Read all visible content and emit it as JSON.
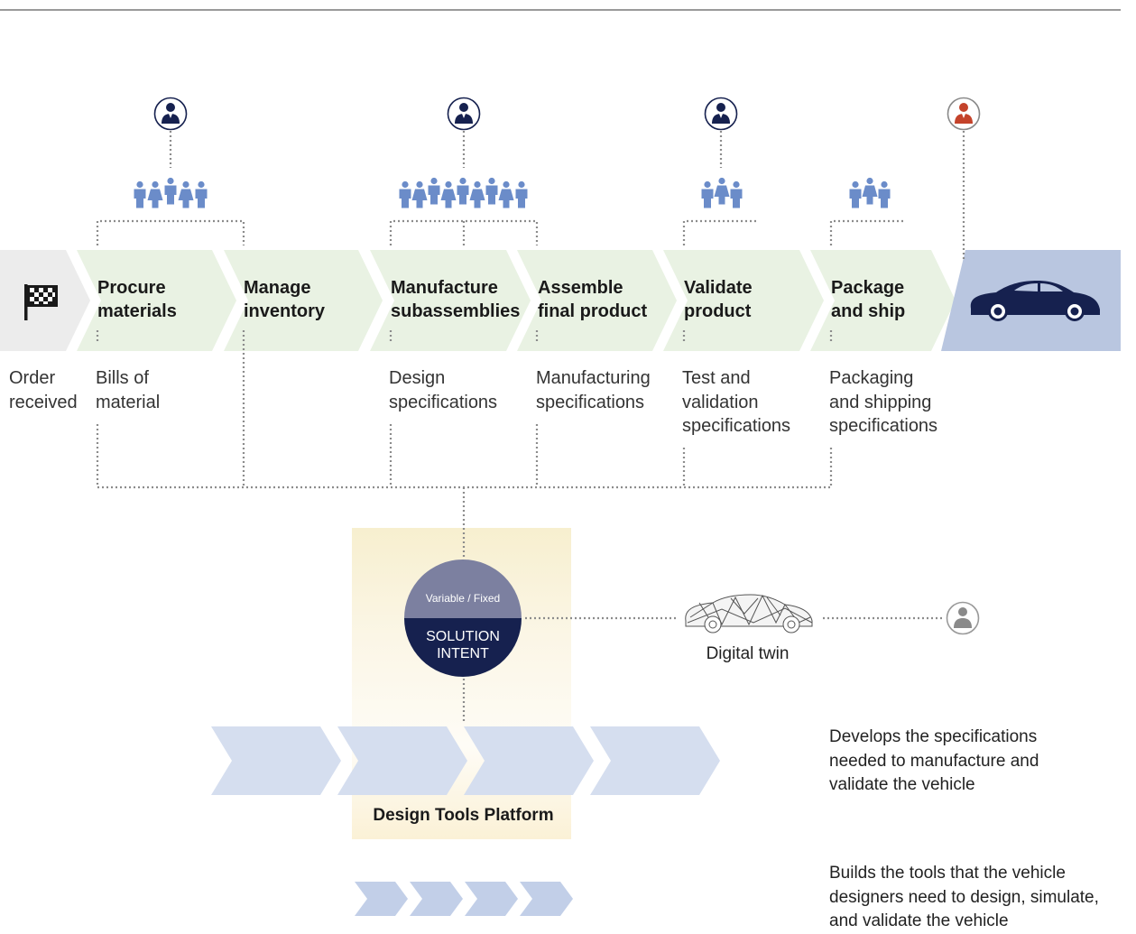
{
  "steps": [
    {
      "label_l1": "Procure",
      "label_l2": "materials",
      "sub": [
        "Bills of",
        "material"
      ]
    },
    {
      "label_l1": "Manage",
      "label_l2": "inventory",
      "sub": []
    },
    {
      "label_l1": "Manufacture",
      "label_l2": "subassemblies",
      "sub": [
        "Design",
        "specifications"
      ]
    },
    {
      "label_l1": "Assemble",
      "label_l2": "final product",
      "sub": [
        "Manufacturing",
        "specifications"
      ]
    },
    {
      "label_l1": "Validate",
      "label_l2": "product",
      "sub": [
        "Test and",
        "validation",
        "specifications"
      ]
    },
    {
      "label_l1": "Package",
      "label_l2": "and ship",
      "sub": [
        "Packaging",
        "and shipping",
        "specifications"
      ]
    }
  ],
  "start": {
    "sub": [
      "Order",
      "received"
    ],
    "icon": "checkered-flag-icon"
  },
  "end": {
    "icon": "car-icon"
  },
  "solution_intent": {
    "top": "Variable / Fixed",
    "l1": "SOLUTION",
    "l2": "INTENT"
  },
  "digital_twin": {
    "label": "Digital twin",
    "icon": "wireframe-car-icon"
  },
  "design_platform": {
    "label": "Design Tools Platform"
  },
  "descriptions": [
    [
      "Develops the specifications",
      "needed to manufacture and",
      "validate the vehicle"
    ],
    [
      "Builds the tools that the vehicle",
      "designers need to design, simulate,",
      "and validate the vehicle"
    ]
  ],
  "colors": {
    "step_fill": "#e9f2e3",
    "start_fill": "#ececec",
    "end_fill": "#b9c6e0",
    "navy": "#16214f",
    "people": "#6b8cc9",
    "customer": "#c4432b",
    "platform_fill": "#d5deef",
    "gray_icon": "#8a8a8a"
  }
}
